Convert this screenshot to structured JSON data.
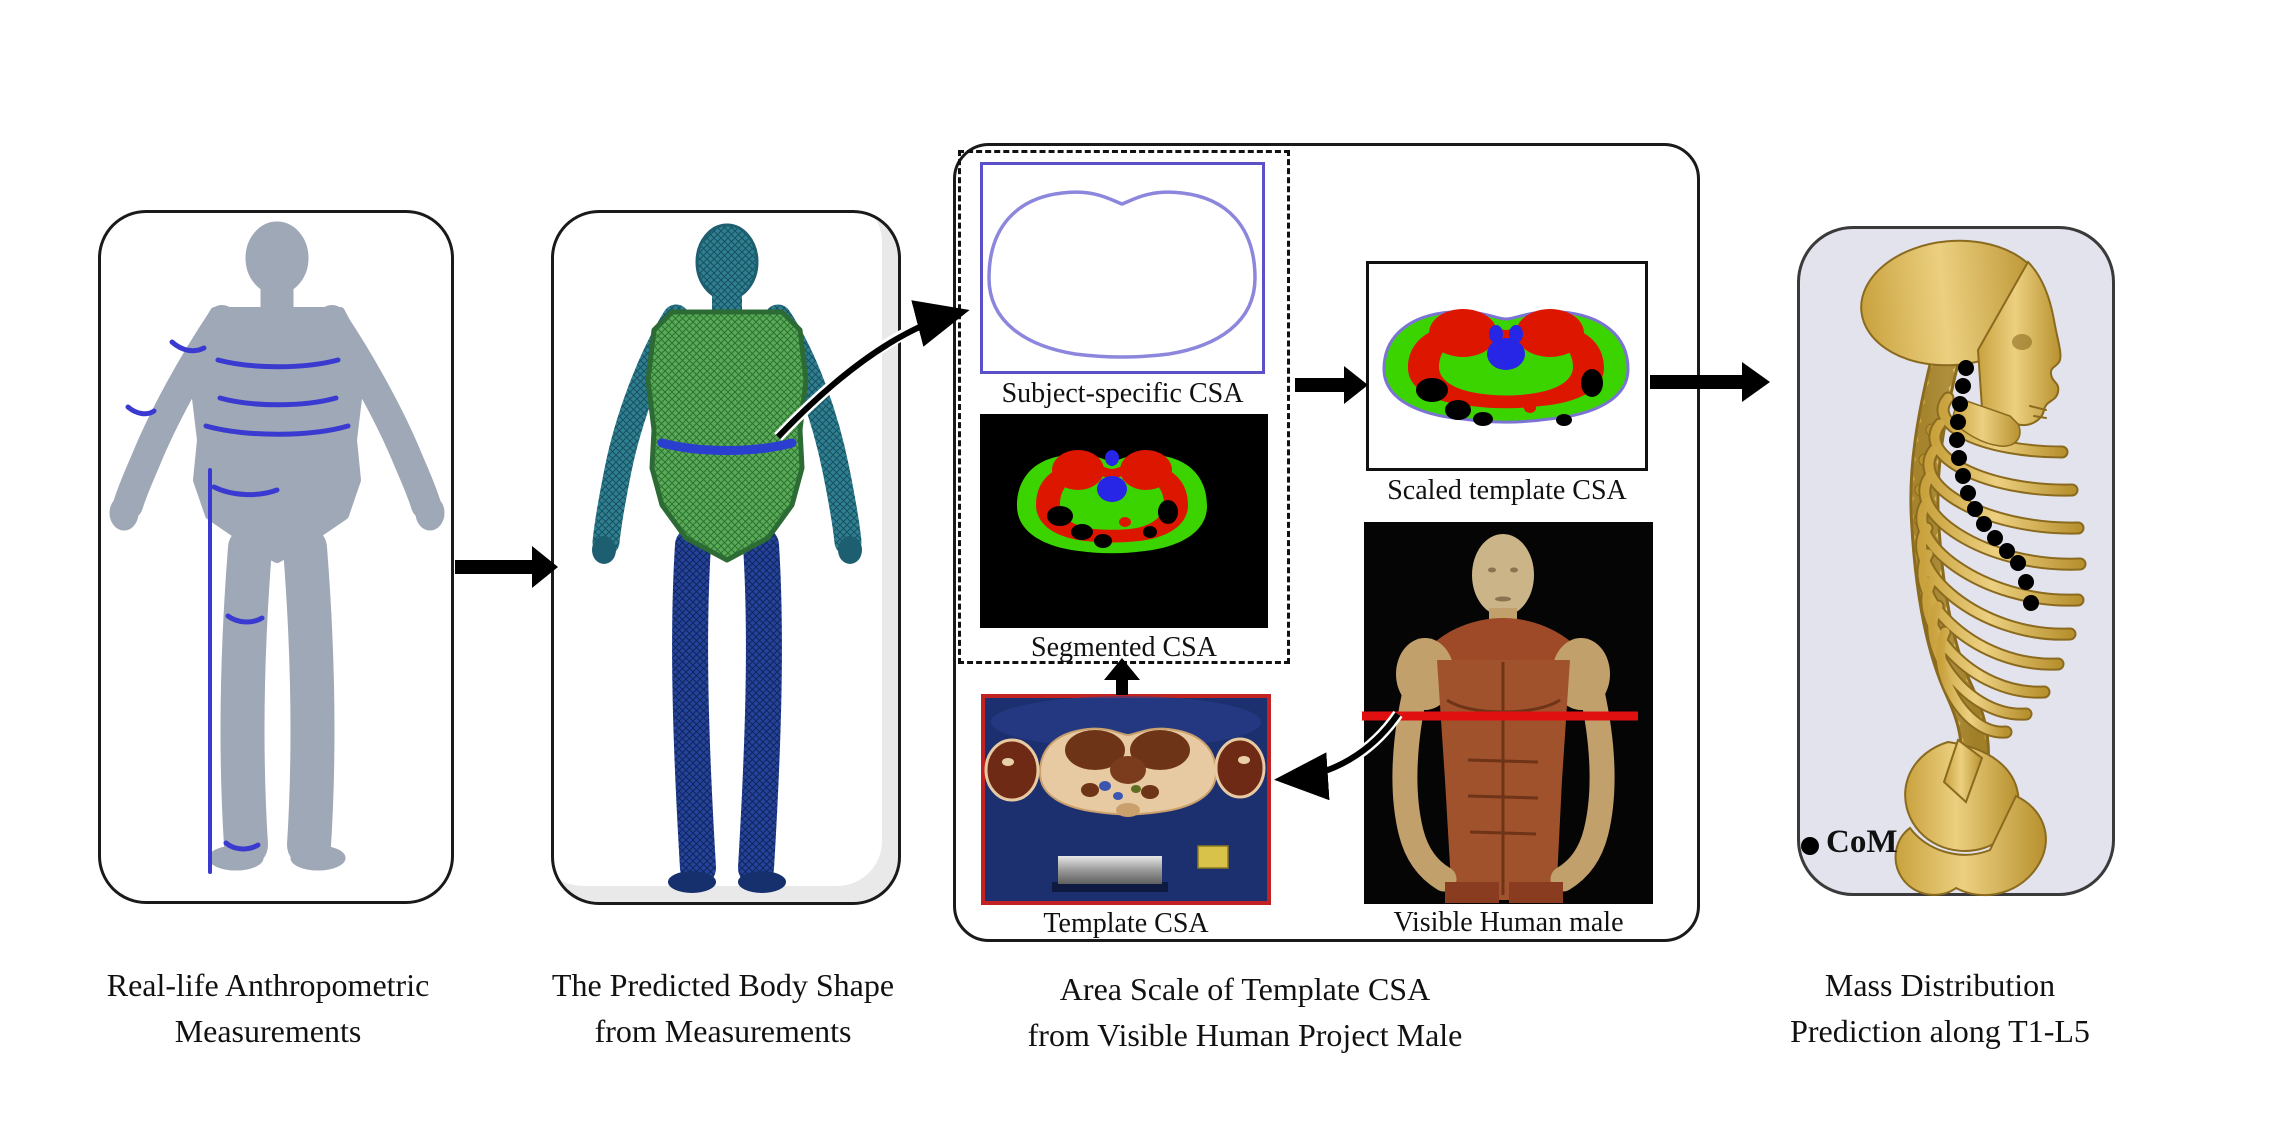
{
  "captions": [
    {
      "line1": "Real-life Anthropometric",
      "line2": "Measurements"
    },
    {
      "line1": "The Predicted Body Shape",
      "line2": "from Measurements"
    },
    {
      "line1": "Area Scale of Template CSA",
      "line2": "from Visible Human Project Male"
    },
    {
      "line1": "Mass Distribution",
      "line2": "Prediction along T1-L5"
    }
  ],
  "middle_labels": {
    "subject": "Subject-specific CSA",
    "segmented": "Segmented CSA",
    "template": "Template CSA",
    "scaled": "Scaled template CSA",
    "visible": "Visible Human male"
  },
  "right_panel": {
    "com_label": "CoM"
  },
  "colors": {
    "measurement_blue": "#3a3ad0",
    "silhouette_gray": "#9fa8b6",
    "mesh_teal": "#2e7f92",
    "mesh_green": "#58ab57",
    "mesh_leg_blue": "#24449c",
    "csa_green": "#3bd400",
    "csa_red": "#dd1600",
    "csa_vertebra_blue": "#2726e6",
    "template_border_red": "#c22222",
    "template_bg_blue": "#1c2f6e",
    "slice_line_red": "#e01010",
    "skeleton_gold": "#d8b85e",
    "right_panel_bg": "#e3e3ed"
  }
}
